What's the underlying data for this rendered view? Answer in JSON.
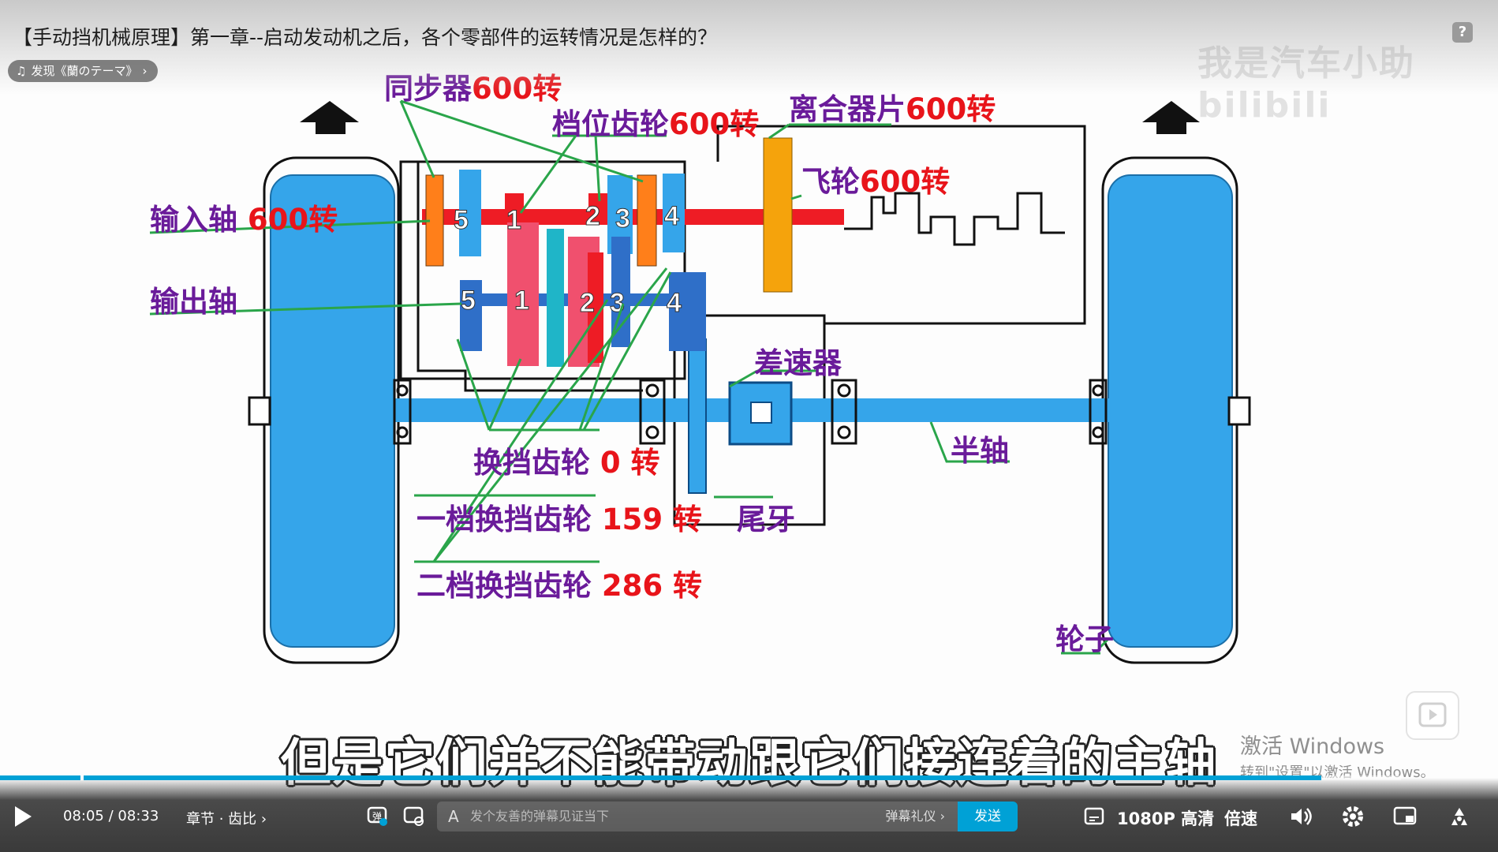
{
  "video": {
    "title": "【手动挡机械原理】第一章--启动发动机之后，各个零部件的运转情况是怎样的？",
    "music_chip": "发现《蘭のテーマ》",
    "help": "?",
    "watermark": "我是汽车小助 bilibili"
  },
  "diagram": {
    "labels": {
      "synchronizer_name": "同步器",
      "synchronizer_val": "600转",
      "gear_name": "档位齿轮",
      "gear_val": "600转",
      "clutch_name": "离合器片",
      "clutch_val": "600转",
      "flywheel_name": "飞轮",
      "flywheel_val": "600转",
      "input_name": "输入轴",
      "input_val": "600转",
      "output_name": "输出轴",
      "diff_name": "差速器",
      "halfshaft_name": "半轴",
      "shift_name": "换挡齿轮",
      "shift_val": "0 转",
      "first_name": "一档换挡齿轮",
      "first_val": "159 转",
      "tail_name": "尾牙",
      "second_name": "二档换挡齿轮",
      "second_val": "286 转",
      "wheel_name": "轮子"
    },
    "gear_numbers_top": [
      "5",
      "1",
      "2",
      "3",
      "4"
    ],
    "gear_numbers_bottom": [
      "5",
      "1",
      "2",
      "3",
      "4"
    ],
    "colors": {
      "blue": "#35a5ea",
      "dark_blue": "#2f6fc8",
      "red": "#ee1c25",
      "orange": "#ff7f1a",
      "pink": "#f0506e",
      "teal": "#1fb5c8",
      "purple": "#6a1b9a",
      "green": "#2aa54a"
    }
  },
  "subtitle": "但是它们并不能带动跟它们接连着的主轴",
  "windows_activation": {
    "line1": "激活 Windows",
    "line2": "转到\"设置\"以激活 Windows。"
  },
  "controls": {
    "progress_fraction": 0.943,
    "time_current": "08:05",
    "time_sep": "/",
    "time_total": "08:33",
    "chapter": "章节 · 齿比 ›",
    "danmaku_placeholder": "发个友善的弹幕见证当下",
    "danmaku_etiquette": "弹幕礼仪 ›",
    "send": "发送",
    "quality": "1080P 高清",
    "speed": "倍速"
  }
}
